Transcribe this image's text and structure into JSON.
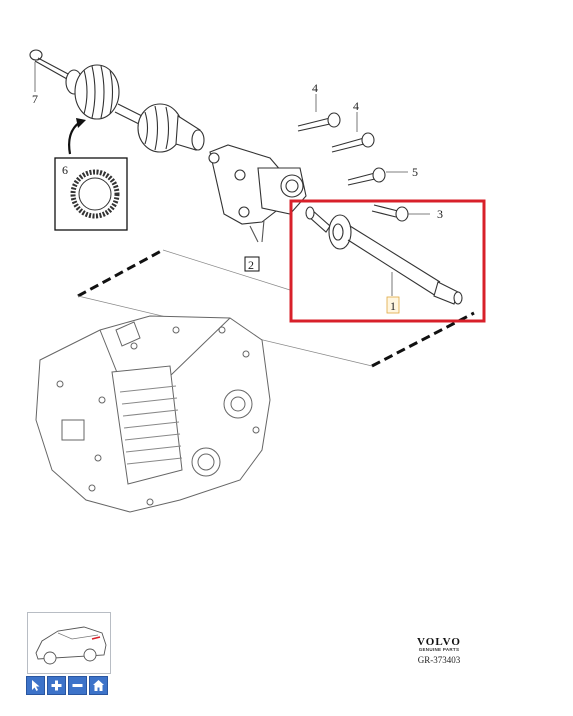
{
  "callouts": {
    "c1": "1",
    "c2": "2",
    "c3": "3",
    "c4a": "4",
    "c4b": "4",
    "c5": "5",
    "c6": "6",
    "c7": "7"
  },
  "brand": {
    "logo": "VOLVO",
    "subtitle": "GENUINE PARTS",
    "reference": "GR-373403"
  },
  "colors": {
    "highlight": "#d8202a",
    "line": "#3a3a3a",
    "toolbar": "#3d73c9"
  },
  "toolbar": {
    "buttons": [
      "pointer-icon",
      "zoom-in-icon",
      "zoom-out-icon",
      "home-icon"
    ]
  }
}
